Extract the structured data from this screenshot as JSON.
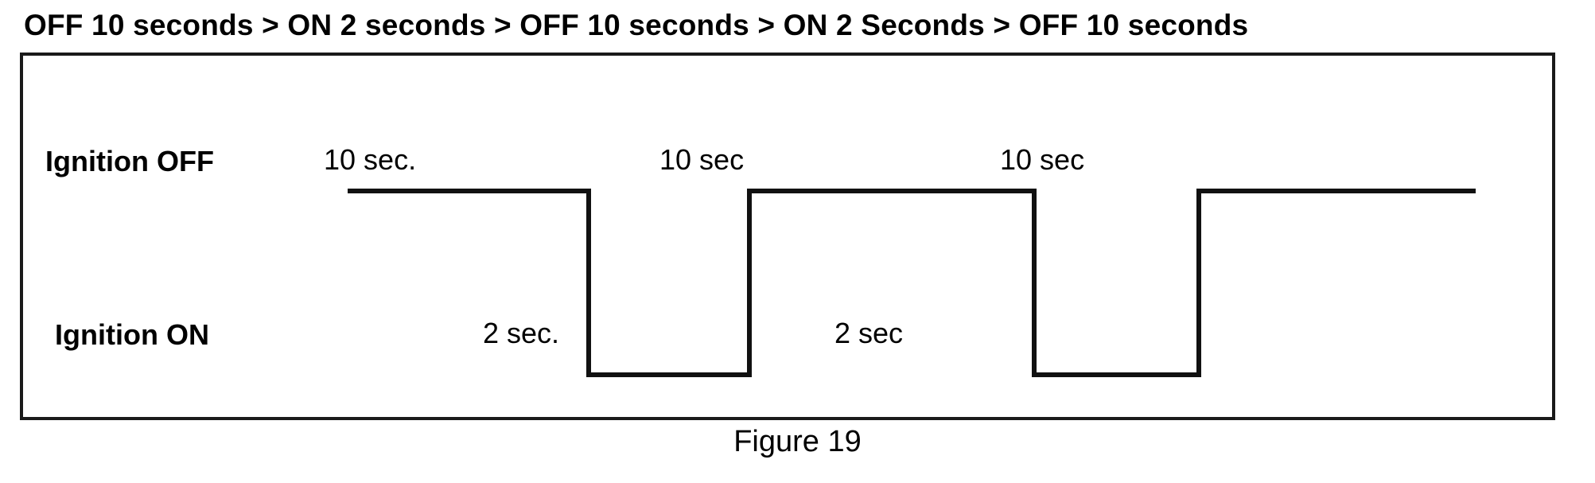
{
  "title": {
    "text": "OFF 10 seconds  > ON 2 seconds > OFF 10 seconds > ON 2 Seconds > OFF 10 seconds"
  },
  "rows": {
    "high_label": "Ignition OFF",
    "low_label": "Ignition ON"
  },
  "durations": {
    "high_1": "10 sec.",
    "high_2": "10 sec",
    "high_3": "10 sec",
    "low_1": "2 sec.",
    "low_2": "2 sec"
  },
  "caption": {
    "text": "Figure 19"
  },
  "colors": {
    "stroke": "#111111",
    "frame": "#1a1a1a",
    "background": "#ffffff",
    "text": "#000000"
  },
  "chart_data": {
    "type": "line",
    "title": "OFF 10 seconds  > ON 2 seconds > OFF 10 seconds > ON 2 Seconds > OFF 10 seconds",
    "xlabel": "",
    "ylabel": "",
    "grid": false,
    "legend": "none",
    "states": [
      "Ignition OFF",
      "Ignition ON"
    ],
    "state_levels": {
      "Ignition OFF": 1,
      "Ignition ON": 0
    },
    "x": [
      0,
      10,
      10,
      12,
      12,
      22,
      22,
      24,
      24,
      34
    ],
    "y": [
      1,
      1,
      0,
      0,
      1,
      1,
      0,
      0,
      1,
      1
    ],
    "xlim": [
      0,
      34
    ],
    "ylim": [
      0,
      1
    ],
    "segments": [
      {
        "state": "Ignition OFF",
        "label": "10 sec.",
        "duration_s": 10,
        "start_s": 0,
        "end_s": 10
      },
      {
        "state": "Ignition ON",
        "label": "2 sec.",
        "duration_s": 2,
        "start_s": 10,
        "end_s": 12
      },
      {
        "state": "Ignition OFF",
        "label": "10 sec",
        "duration_s": 10,
        "start_s": 12,
        "end_s": 22
      },
      {
        "state": "Ignition ON",
        "label": "2 sec",
        "duration_s": 2,
        "start_s": 22,
        "end_s": 24
      },
      {
        "state": "Ignition OFF",
        "label": "10 sec",
        "duration_s": 10,
        "start_s": 24,
        "end_s": 34
      }
    ],
    "annotations": [
      "Figure 19"
    ]
  }
}
